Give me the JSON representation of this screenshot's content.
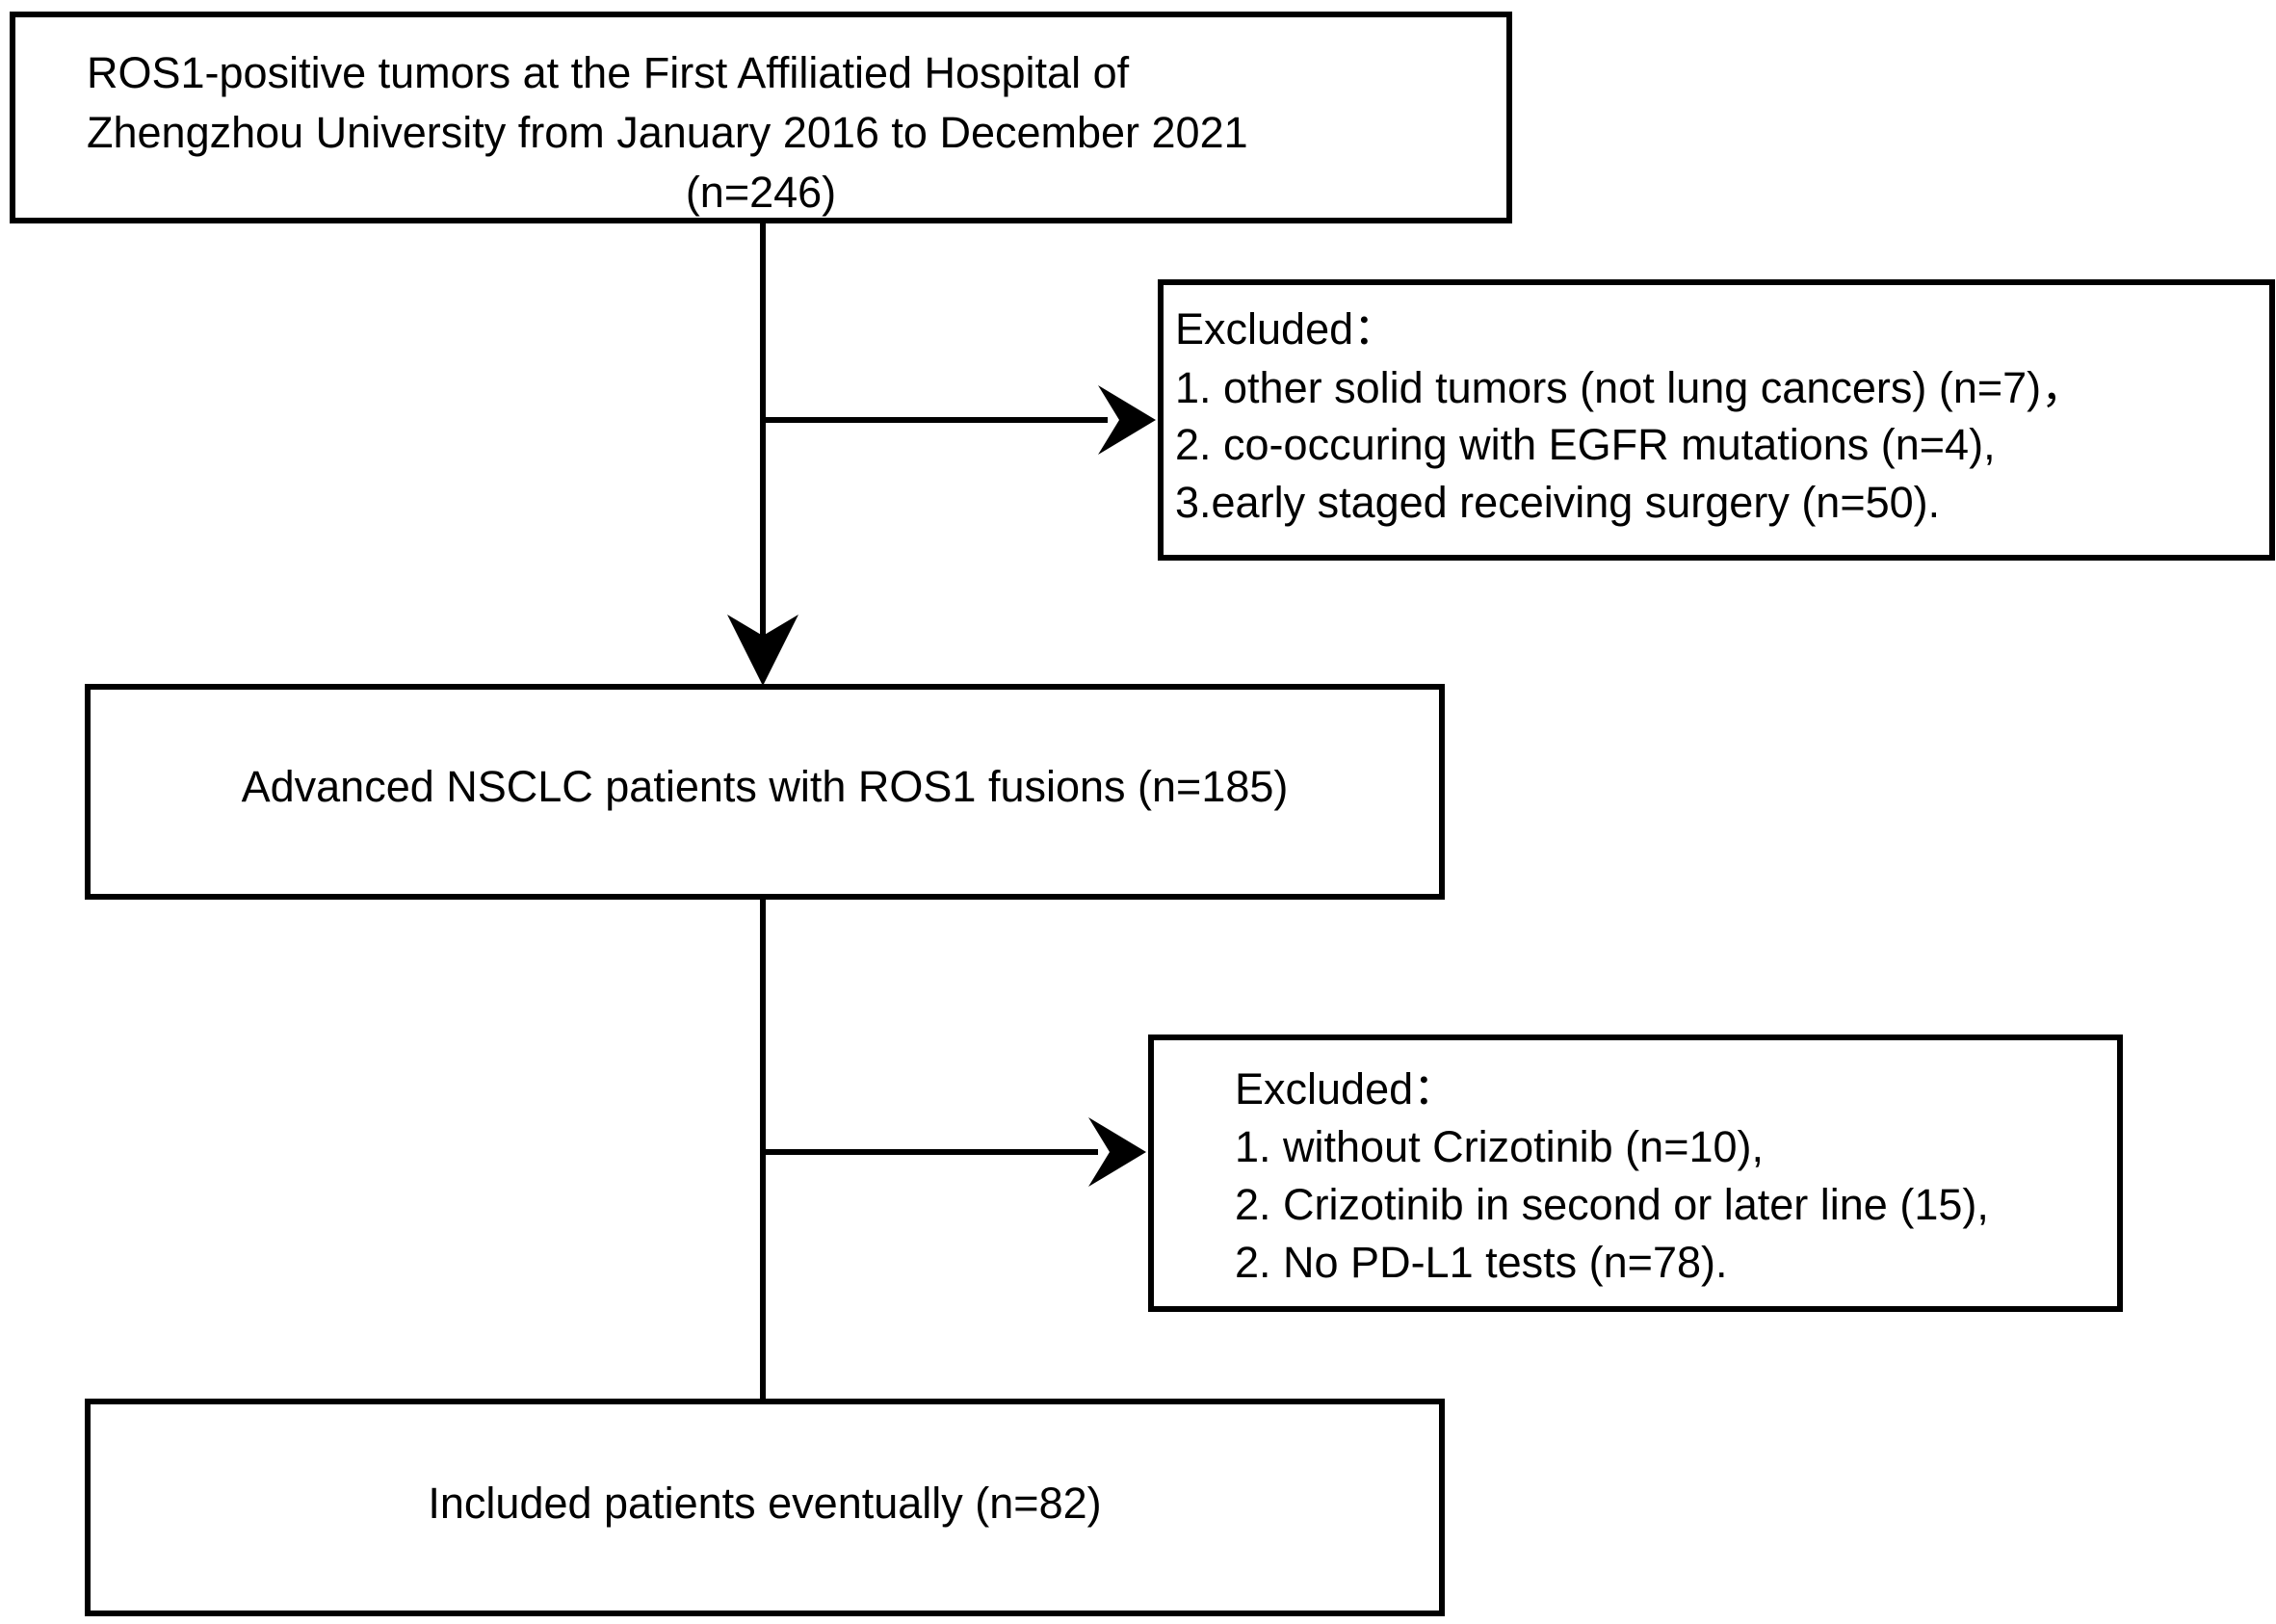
{
  "flowchart": {
    "start_box": {
      "lines": [
        "ROS1-positive tumors at the First Affiliatied Hospital of",
        "Zhengzhou University from January 2016 to December 2021",
        "(n=246)"
      ]
    },
    "exclusion_1": {
      "heading": "Excluded：",
      "items": [
        "1. other solid tumors (not lung cancers) (n=7)，",
        "2. co-occuring with EGFR mutations (n=4),",
        "3.early staged  receiving surgery (n=50)."
      ]
    },
    "middle_box": {
      "text": "Advanced NSCLC patients with ROS1 fusions (n=185)"
    },
    "exclusion_2": {
      "heading": "Excluded：",
      "items": [
        "1. without Crizotinib (n=10),",
        "2. Crizotinib in second or later line (15),",
        "2. No PD-L1 tests (n=78)."
      ]
    },
    "final_box": {
      "text": "Included patients eventually (n=82)"
    }
  }
}
